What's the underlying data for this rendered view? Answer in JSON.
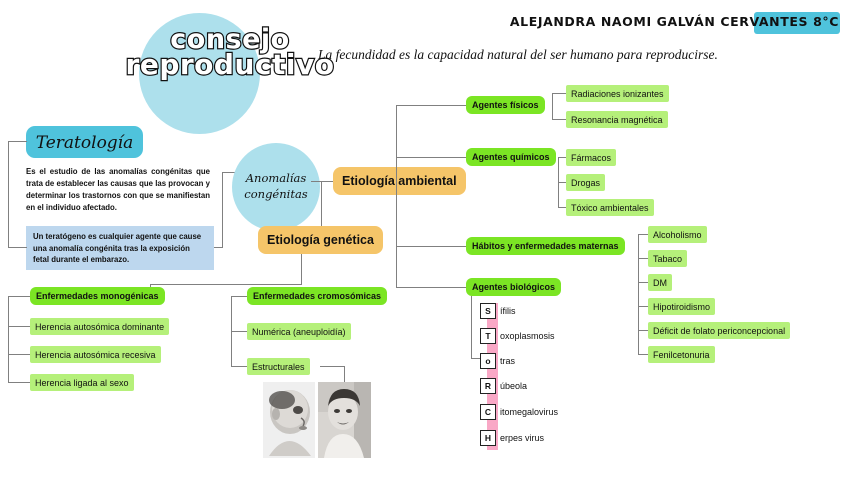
{
  "header": {
    "author": "ALEJANDRA NAOMI GALVÁN CERVANTES 8°C",
    "subtitle": "La fecundidad es la capacidad natural del ser humano para reproducirse.",
    "highlight_color": "#4FC3DC"
  },
  "title": {
    "line1": "consejo",
    "line2": "reproductivo",
    "circle_color": "#ADE0EC"
  },
  "teratologia": {
    "heading": "Teratología",
    "body": "Es el estudio de las anomalías congénitas que trata de establecer las causas que las provocan y determinar los trastornos con que se manifiestan en el individuo afectado.",
    "note": "Un teratógeno es cualquier agente que cause una anomalía congénita tras la exposición fetal durante el embarazo.",
    "heading_color": "#4FC3DC",
    "note_color": "#BDD7EE"
  },
  "central": {
    "circle_line1": "Anomalías",
    "circle_line2": "congénitas",
    "circle_color": "#ADE0EC",
    "etiologia_ambiental": "Etiología ambiental",
    "etiologia_genetica": "Etiología genética",
    "orange_color": "#F5C569"
  },
  "colors": {
    "category_green": "#7BE524",
    "leaf_green": "#B5F07A",
    "torch_pink": "#F9A8C6",
    "connector": "#808080"
  },
  "ambiental": {
    "categories": [
      {
        "label": "Agentes físicos",
        "children": [
          "Radiaciones ionizantes",
          "Resonancia magnética"
        ]
      },
      {
        "label": "Agentes químicos",
        "children": [
          "Fármacos",
          "Drogas",
          "Tóxico ambientales"
        ]
      },
      {
        "label": "Hábitos y enfermedades maternas",
        "children": [
          "Alcoholismo",
          "Tabaco",
          "DM",
          "Hipotiroidismo",
          "Déficit de folato periconcepcional",
          "Fenilcetonuria"
        ]
      },
      {
        "label": "Agentes biológicos",
        "children": []
      }
    ]
  },
  "torch": {
    "items": [
      {
        "key": "S",
        "word": "ífilis"
      },
      {
        "key": "T",
        "word": "oxoplasmosis"
      },
      {
        "key": "o",
        "word": "tras"
      },
      {
        "key": "R",
        "word": "úbeola"
      },
      {
        "key": "C",
        "word": "itomegalovirus"
      },
      {
        "key": "H",
        "word": "erpes virus"
      }
    ]
  },
  "genetica": {
    "monogenicas": {
      "label": "Enfermedades monogénicas",
      "children": [
        "Herencia autosómica dominante",
        "Herencia autosómica recesiva",
        "Herencia ligada al sexo"
      ]
    },
    "cromosomicas": {
      "label": "Enfermedades cromosómicas",
      "children": [
        "Numérica (aneuploidía)",
        "Estructurales"
      ]
    }
  },
  "photos": [
    {
      "name": "infant-clinical-photo"
    },
    {
      "name": "patient-clinical-photo"
    }
  ]
}
